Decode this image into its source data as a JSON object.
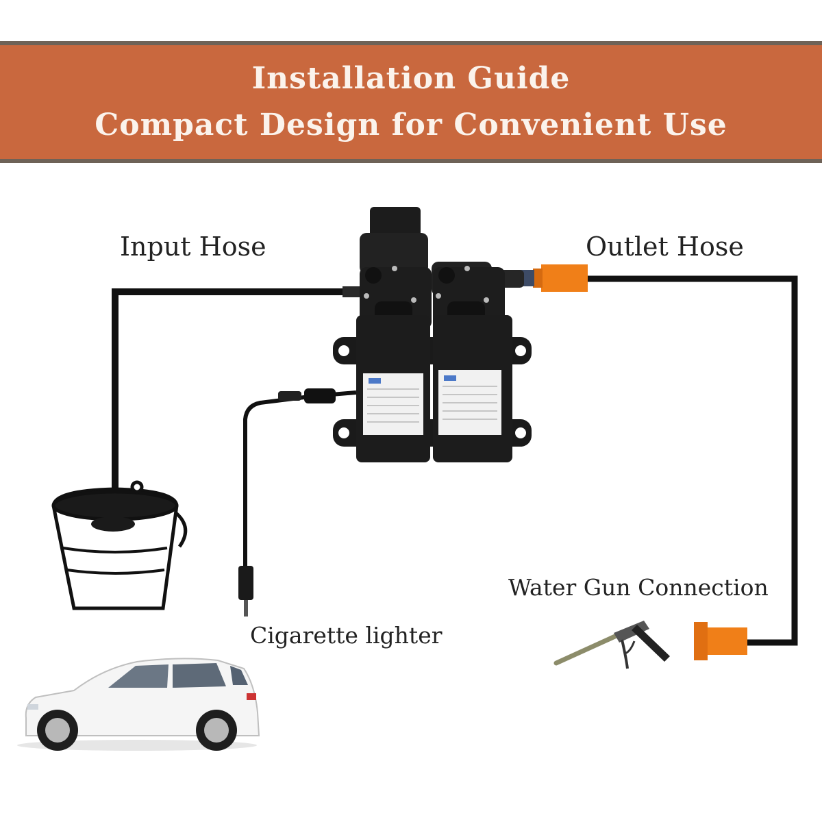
{
  "banner": {
    "title": "Installation Guide",
    "subtitle": "Compact Design for Convenient Use",
    "color": "#c9683e"
  },
  "labels": {
    "input_hose": "Input Hose",
    "outlet_hose": "Outlet Hose",
    "water_gun": "Water Gun Connection",
    "cigarette_lighter": "Cigarette lighter"
  },
  "colors": {
    "hose": "#111111",
    "fitting": "#f07f18",
    "pump_body": "#1c1c1c"
  },
  "icons": [
    "bucket-icon",
    "pump-icon",
    "car-icon",
    "spray-gun-icon",
    "cigarette-plug-icon"
  ]
}
